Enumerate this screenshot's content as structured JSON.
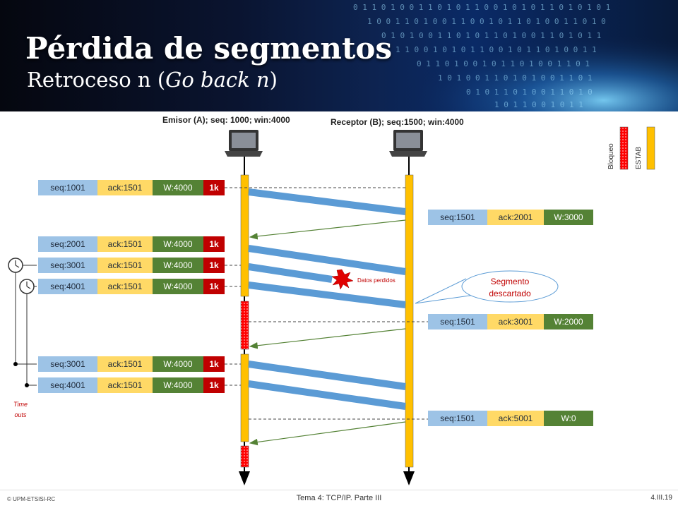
{
  "title": {
    "main": "Pérdida de segmentos",
    "sub_prefix": "Retroceso n (",
    "sub_italic": "Go back n",
    "sub_suffix": ")"
  },
  "hosts": {
    "emisor": "Emisor (A); seq: 1000; win:4000",
    "receptor": "Receptor (B); seq:1500; win:4000"
  },
  "sender_segments": [
    {
      "seq": "seq:1001",
      "ack": "ack:1501",
      "win": "W:4000",
      "size": "1k"
    },
    {
      "seq": "seq:2001",
      "ack": "ack:1501",
      "win": "W:4000",
      "size": "1k"
    },
    {
      "seq": "seq:3001",
      "ack": "ack:1501",
      "win": "W:4000",
      "size": "1k"
    },
    {
      "seq": "seq:4001",
      "ack": "ack:1501",
      "win": "W:4000",
      "size": "1k"
    },
    {
      "seq": "seq:3001",
      "ack": "ack:1501",
      "win": "W:4000",
      "size": "1k"
    },
    {
      "seq": "seq:4001",
      "ack": "ack:1501",
      "win": "W:4000",
      "size": "1k"
    }
  ],
  "receiver_segments": [
    {
      "seq": "seq:1501",
      "ack": "ack:2001",
      "win": "W:3000"
    },
    {
      "seq": "seq:1501",
      "ack": "ack:3001",
      "win": "W:2000"
    },
    {
      "seq": "seq:1501",
      "ack": "ack:5001",
      "win": "W:0"
    }
  ],
  "annotations": {
    "lost": "Datos perdidos",
    "discarded_line1": "Segmento",
    "discarded_line2": "descartado",
    "timeouts_line1": "Time",
    "timeouts_line2": "outs"
  },
  "legend": {
    "block": "Bloqueo",
    "estab": "ESTAB"
  },
  "footer": {
    "left": "© UPM-ETSISI-RC",
    "center": "Tema 4: TCP/IP. Parte III",
    "right": "4.III.19"
  },
  "colors": {
    "seq": "#9dc3e6",
    "ack": "#ffd966",
    "win": "#548235",
    "size": "#c00000",
    "estab": "#ffc000",
    "block": "#ff0000",
    "data_arrow": "#5b9bd5",
    "ack_arrow": "#548235"
  }
}
